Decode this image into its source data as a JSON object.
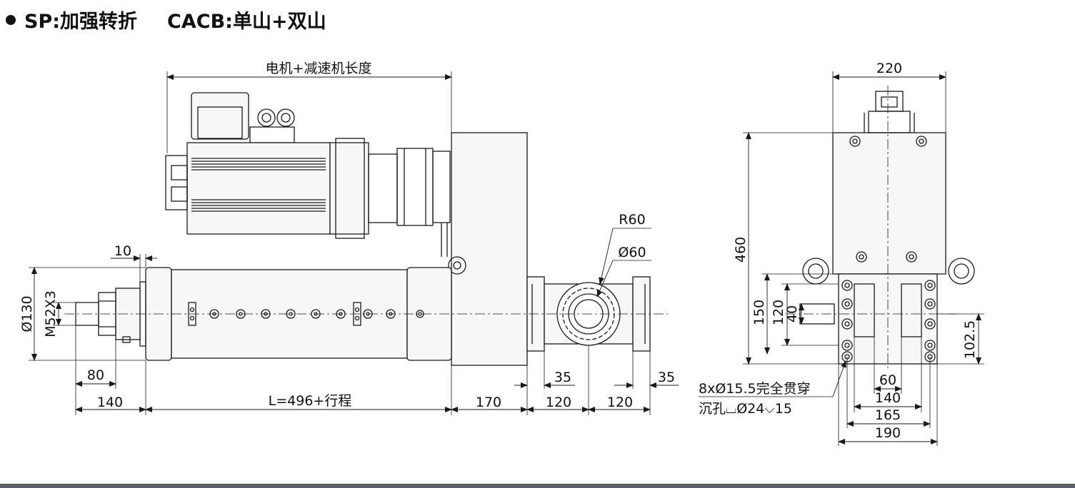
{
  "title": {
    "part1": "SP:加强转折",
    "part2": "CACB:单山+双山"
  },
  "labels": {
    "motor_length": "电机+减速机长度",
    "d_220": "220",
    "d_460": "460",
    "d_10": "10",
    "d_130": "Ø130",
    "thread": "M52X3",
    "r60": "R60",
    "d_phi60": "Ø60",
    "d_80": "80",
    "d_140_left": "140",
    "stroke": "L=496+行程",
    "d_170": "170",
    "d_120_a": "120",
    "d_120_b": "120",
    "d_35_a": "35",
    "d_35_b": "35",
    "d_150": "150",
    "d_120_v": "120",
    "d_40": "40",
    "d_102_5": "102.5",
    "holes": "8xØ15.5完全贯穿",
    "counterbore": "沉孔⌴Ø24⌵15",
    "d_60": "60",
    "d_140_r": "140",
    "d_165": "165",
    "d_190": "190"
  },
  "colors": {
    "line": "#1a1a1a",
    "body_fill": "#f2f2f2",
    "bottom_bar": "#5a6068"
  }
}
